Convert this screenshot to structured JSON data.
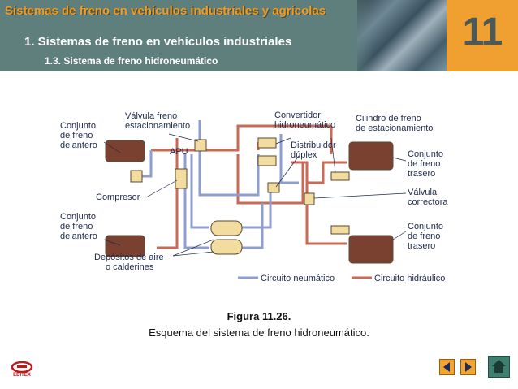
{
  "header": {
    "title": "Sistemas de freno en vehículos industriales y agrícolas",
    "subtitle": "1.  Sistemas de freno en vehículos industriales",
    "subsubtitle": "1.3. Sistema de freno hidroneumático",
    "chapter_number": "11"
  },
  "diagram": {
    "labels": {
      "conjunto_delantero_top": [
        "Conjunto",
        "de freno",
        "delantero"
      ],
      "valvula_freno": [
        "Válvula freno",
        "estacionamiento"
      ],
      "apu": "APU",
      "convertidor": [
        "Convertidor",
        "hidroneumático"
      ],
      "distribuidor": [
        "Distribuidor",
        "dúplex"
      ],
      "cilindro": [
        "Cilindro de freno",
        "de estacionamiento"
      ],
      "conjunto_trasero_top": [
        "Conjunto",
        "de freno",
        "trasero"
      ],
      "compresor": "Compresor",
      "valvula_correctora": [
        "Válvula",
        "correctora"
      ],
      "conjunto_delantero_bottom": [
        "Conjunto",
        "de freno",
        "delantero"
      ],
      "conjunto_trasero_bottom": [
        "Conjunto",
        "de freno",
        "trasero"
      ],
      "depositos": [
        "Depósitos de aire",
        "o calderines"
      ]
    },
    "legend": {
      "neumatico": "Circuito neumático",
      "hidraulico": "Circuito hidráulico"
    },
    "colors": {
      "pneumatic": "#8e9fcf",
      "hydraulic": "#c86a55",
      "components": "#f3dca0",
      "wheel": "#6b2818"
    }
  },
  "caption": {
    "title": "Figura 11.26.",
    "text": "Esquema del sistema de freno hidroneumático."
  },
  "footer": {
    "logo_text": "EDITEX",
    "icons": [
      "arrow-left-icon",
      "arrow-right-icon",
      "home-icon"
    ]
  }
}
